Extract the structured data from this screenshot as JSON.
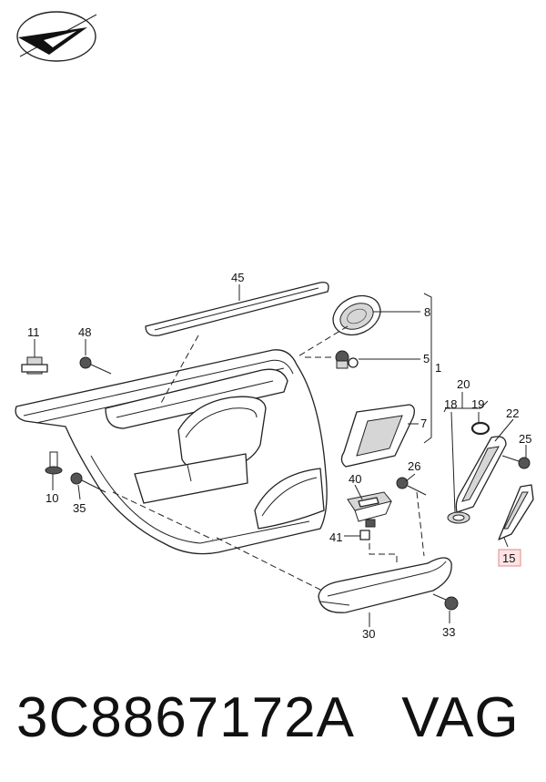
{
  "diagram": {
    "part_number": "3C8867172A",
    "brand": "VAG",
    "callouts": [
      {
        "id": "45",
        "label": "45"
      },
      {
        "id": "8",
        "label": "8"
      },
      {
        "id": "11",
        "label": "11"
      },
      {
        "id": "48",
        "label": "48"
      },
      {
        "id": "5",
        "label": "5"
      },
      {
        "id": "1",
        "label": "1"
      },
      {
        "id": "20",
        "label": "20"
      },
      {
        "id": "18",
        "label": "18"
      },
      {
        "id": "19",
        "label": "19"
      },
      {
        "id": "22",
        "label": "22"
      },
      {
        "id": "7",
        "label": "7"
      },
      {
        "id": "25",
        "label": "25"
      },
      {
        "id": "26",
        "label": "26"
      },
      {
        "id": "40",
        "label": "40"
      },
      {
        "id": "10",
        "label": "10"
      },
      {
        "id": "35",
        "label": "35"
      },
      {
        "id": "41",
        "label": "41"
      },
      {
        "id": "15",
        "label": "15"
      },
      {
        "id": "30",
        "label": "30"
      },
      {
        "id": "33",
        "label": "33"
      }
    ]
  }
}
